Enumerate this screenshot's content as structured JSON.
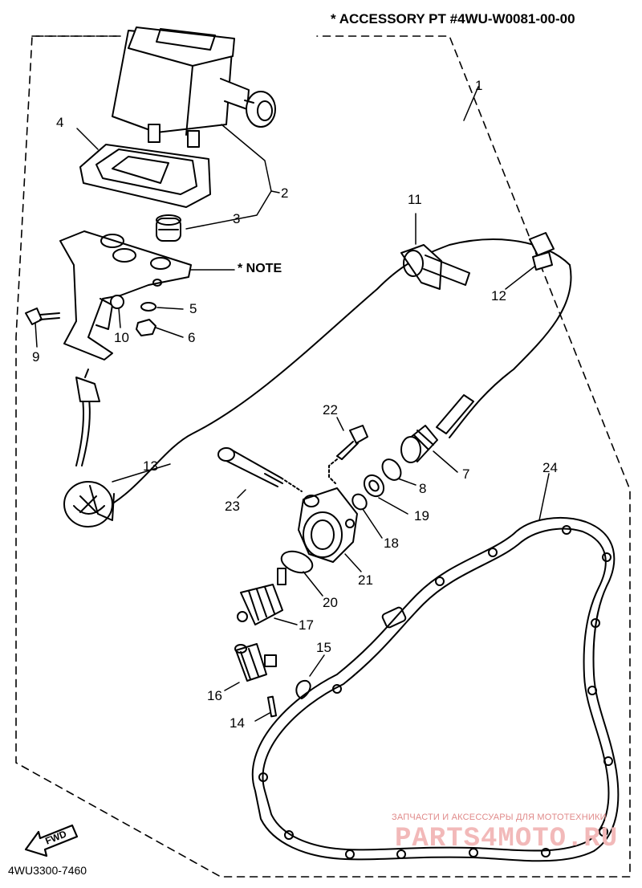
{
  "header": {
    "accessory_note": "* ACCESSORY PT #4WU-W0081-00-00"
  },
  "note_label": "* NOTE",
  "fwd_label": "FWD",
  "diagram_code": "4WU3300-7460",
  "callouts": {
    "c1": "1",
    "c2": "2",
    "c3": "3",
    "c4": "4",
    "c5": "5",
    "c6": "6",
    "c7": "7",
    "c8": "8",
    "c9": "9",
    "c10": "10",
    "c11": "11",
    "c12": "12",
    "c13": "13",
    "c14": "14",
    "c15": "15",
    "c16": "16",
    "c17": "17",
    "c18": "18",
    "c19": "19",
    "c20": "20",
    "c21": "21",
    "c22": "22",
    "c23": "23",
    "c24": "24"
  },
  "watermark": {
    "tagline": "ЗАПЧАСТИ И АКСЕССУАРЫ ДЛЯ МОТОТЕХНИКИ",
    "brand": "PARTS4MOTO.RU"
  },
  "colors": {
    "ink": "#000000",
    "watermark": "#e08a8a",
    "watermark_light": "#f2b9b9"
  }
}
